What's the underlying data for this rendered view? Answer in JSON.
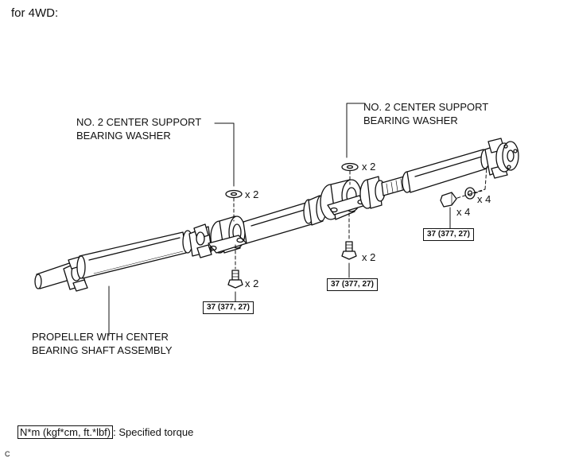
{
  "header": {
    "title": "for 4WD:"
  },
  "callouts": {
    "washer_left": "NO. 2 CENTER SUPPORT\nBEARING WASHER",
    "washer_right": "NO. 2 CENTER SUPPORT\nBEARING WASHER",
    "shaft_assembly": "PROPELLER WITH CENTER\nBEARING SHAFT ASSEMBLY"
  },
  "quantities": {
    "washer_left": "x 2",
    "washer_right": "x 2",
    "bolt_left": "x 2",
    "bolt_center": "x 2",
    "nut_right": "x 4",
    "lock_washer_right": "x 4"
  },
  "torques": {
    "bolt_left": "37 (377, 27)",
    "bolt_center": "37 (377, 27)",
    "nut_right": "37 (377, 27)"
  },
  "legend": {
    "symbol": "N*m (kgf*cm, ft.*lbf)",
    "description": ": Specified torque"
  },
  "corner_mark": "C"
}
